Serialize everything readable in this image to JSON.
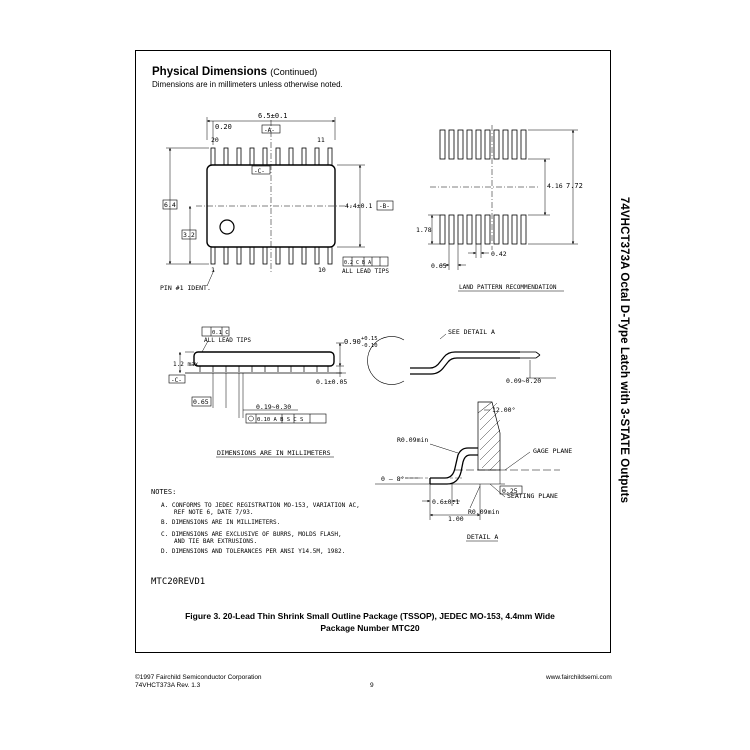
{
  "side_title": "74VHCT373A  Octal D-Type Latch with 3-STATE Outputs",
  "header": {
    "title": "Physical Dimensions",
    "continued": "(Continued)",
    "subtitle": "Dimensions are in millimeters unless otherwise noted."
  },
  "top_view": {
    "dim_width": "6.5±0.1",
    "ref_a": "-A-",
    "dim_020": "0.20",
    "pin20": "20",
    "pin11": "11",
    "pin1": "1",
    "pin10": "10",
    "ref_c": "-C-",
    "dim_64": "6.4",
    "dim_32": "3.2",
    "dim_44": "4.4±0.1",
    "ref_b": "-B-",
    "all_lead_tips": "ALL LEAD TIPS",
    "flatness": "0.2 C B A",
    "pin1_ident": "PIN #1 IDENT."
  },
  "land_pattern": {
    "dim_436": "4.16",
    "dim_772": "7.72",
    "dim_178": "1.78",
    "dim_042": "0.42",
    "dim_065": "0.65",
    "label": "LAND PATTERN RECOMMENDATION"
  },
  "side_view": {
    "coplanarity": "0.1 C",
    "all_lead_tips": "ALL LEAD TIPS",
    "dim_090": "0.90",
    "tol_plus": "+0.15",
    "tol_minus": "-0.10",
    "dim_12max": "1.2 max",
    "ref_c": "-C-",
    "dim_01": "0.1±0.05",
    "dim_065": "0.65",
    "dim_019": "0.19~0.30",
    "position_tol": "0.10 A B S C S",
    "label": "DIMENSIONS ARE IN MILLIMETERS"
  },
  "detail": {
    "see_detail": "SEE DETAIL A",
    "dim_009_020": "0.09~0.20",
    "angle_12": "12.00°",
    "r009_top": "R0.09min",
    "gage_plane": "GAGE PLANE",
    "angle_08": "0 – 8°",
    "dim_025": "0.25",
    "dim_06": "0.6±0.1",
    "seating_plane": "SEATING PLANE",
    "r009_bot": "R0.09min",
    "dim_100": "1.00",
    "label": "DETAIL A"
  },
  "notes": {
    "title": "NOTES:",
    "a1": "A.  CONFORMS TO JEDEC REGISTRATION MO-153, VARIATION AC,",
    "a2": "REF NOTE 6, DATE 7/93.",
    "b": "B.  DIMENSIONS ARE IN MILLIMETERS.",
    "c1": "C.  DIMENSIONS ARE EXCLUSIVE OF BURRS, MOLDS FLASH,",
    "c2": "AND TIE BAR EXTRUSIONS.",
    "d": "D.  DIMENSIONS AND TOLERANCES PER ANSI Y14.5M, 1982."
  },
  "drawing_id": "MTC20REVD1",
  "caption": {
    "line1": "Figure 3. 20-Lead Thin Shrink Small Outline Package (TSSOP), JEDEC MO-153, 4.4mm Wide",
    "line2": "Package Number MTC20"
  },
  "footer": {
    "copyright": "©1997 Fairchild Semiconductor Corporation",
    "doc_rev": "74VHCT373A Rev. 1.3",
    "page": "9",
    "website": "www.fairchildsemi.com"
  }
}
